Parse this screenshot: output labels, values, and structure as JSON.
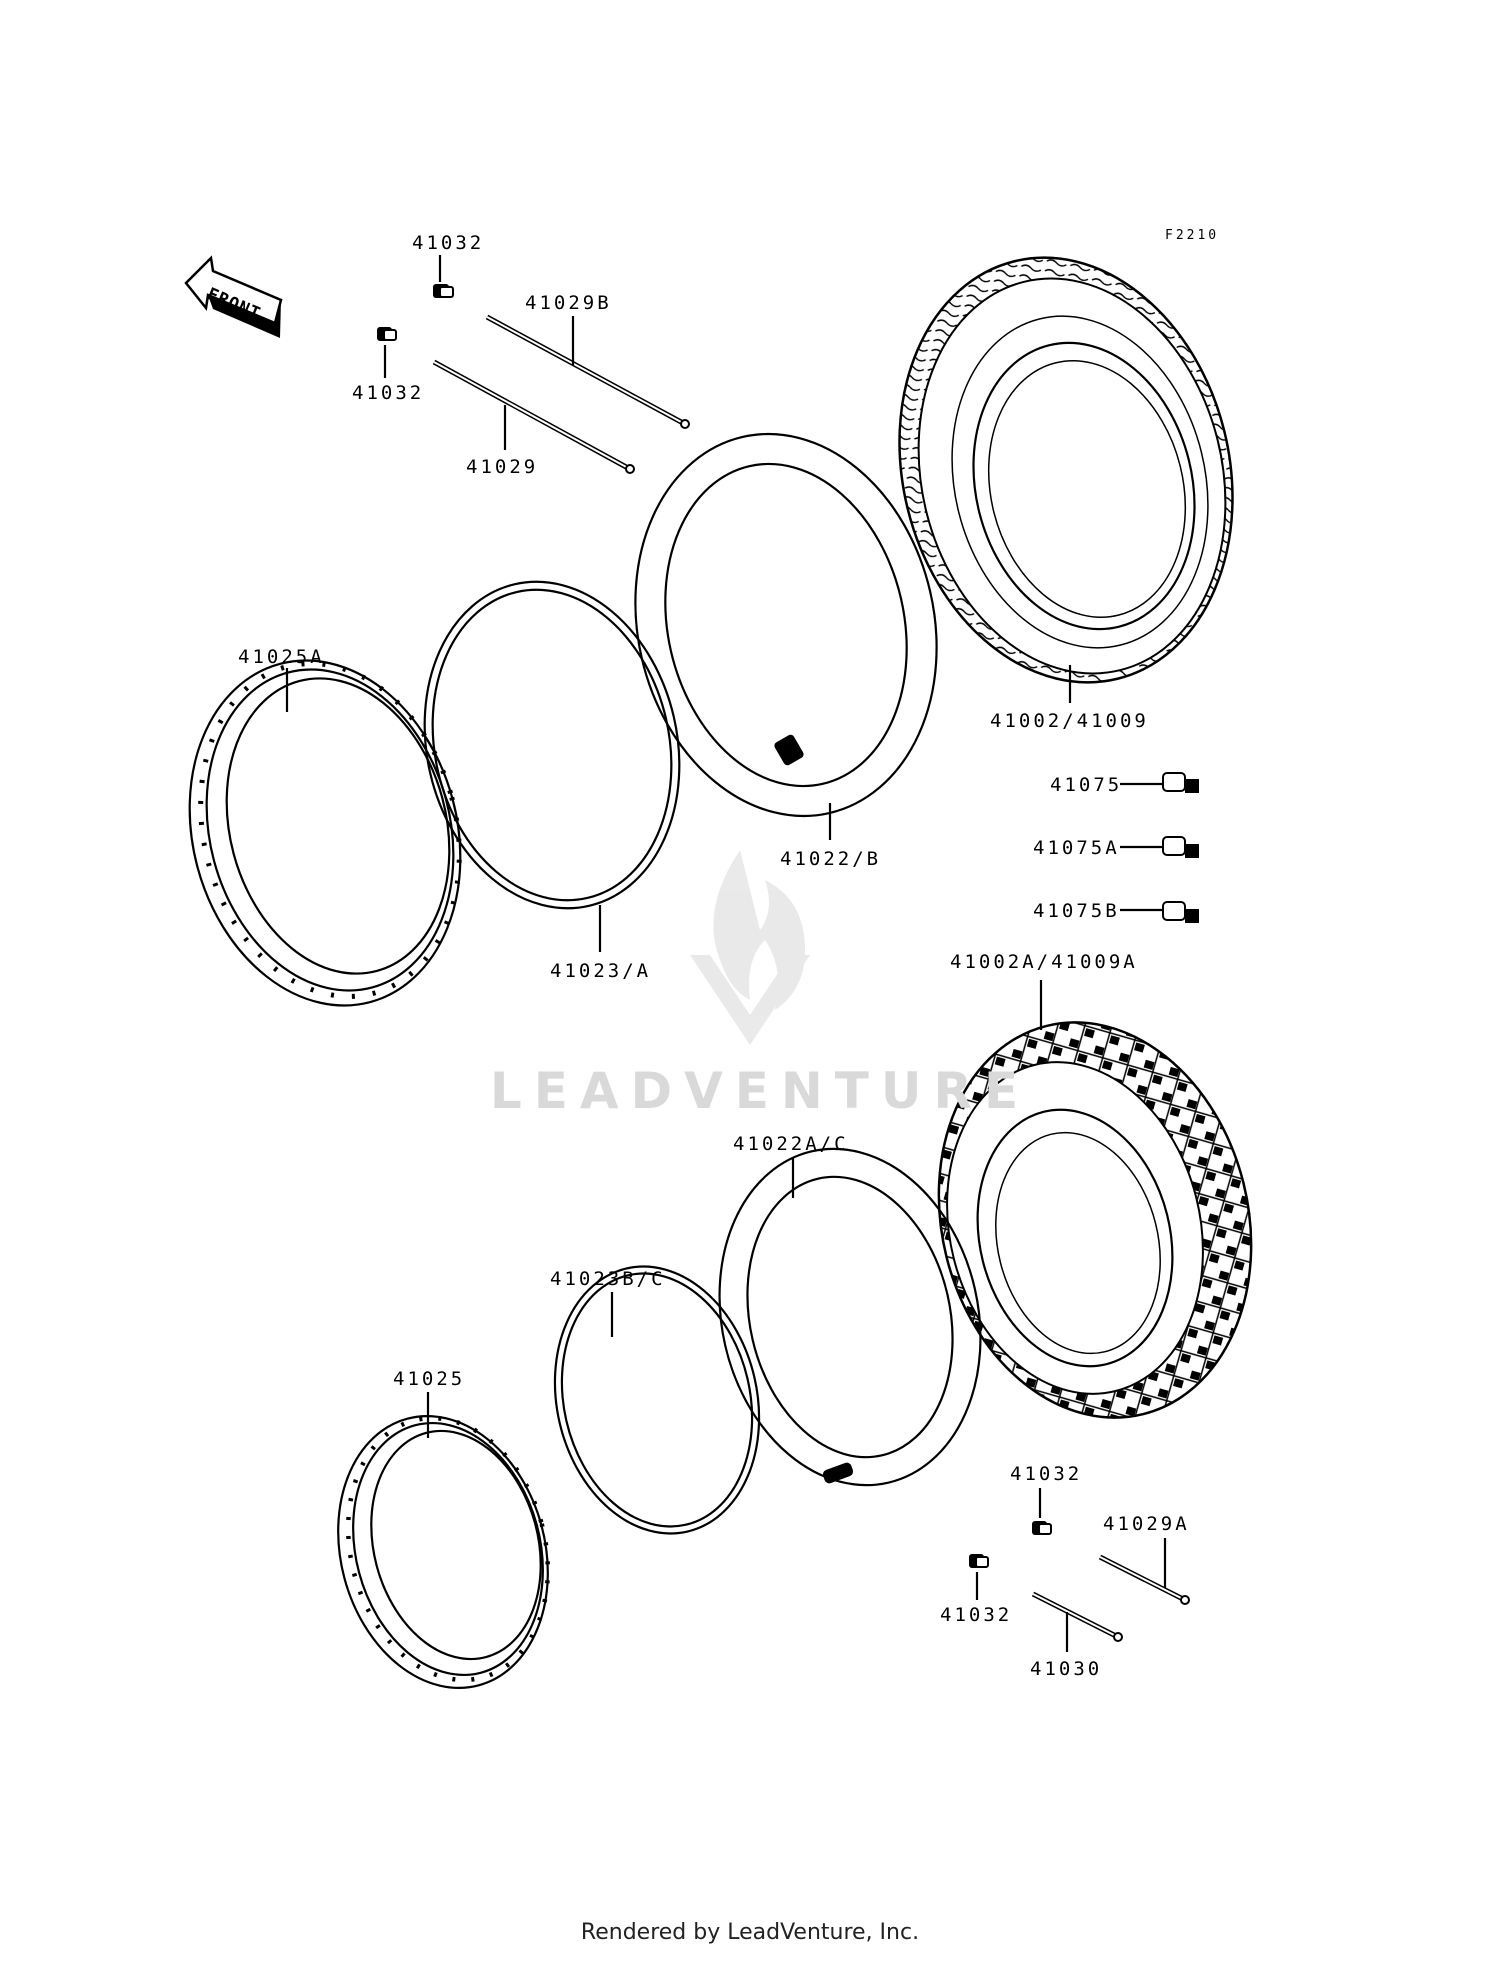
{
  "diagram": {
    "figure_code": "F2210",
    "front_label": "FRONT",
    "parts": {
      "rim_front": "41025A",
      "rim_band_front": "41023/A",
      "tube_front": "41022/B",
      "tire_front": "41002/41009",
      "spoke_b": "41029B",
      "spoke": "41029",
      "nipple_1": "41032",
      "nipple_2": "41032",
      "valve_cap_1": "41075",
      "valve_cap_2": "41075A",
      "valve_cap_3": "41075B",
      "tire_rear": "41002A/41009A",
      "tube_rear": "41022A/C",
      "rim_band_rear": "41023B/C",
      "rim_rear": "41025",
      "nipple_3": "41032",
      "nipple_4": "41032",
      "spoke_a": "41029A",
      "spoke_rear": "41030"
    }
  },
  "watermark": "LEADVENTURE",
  "footer": "Rendered by LeadVenture, Inc."
}
